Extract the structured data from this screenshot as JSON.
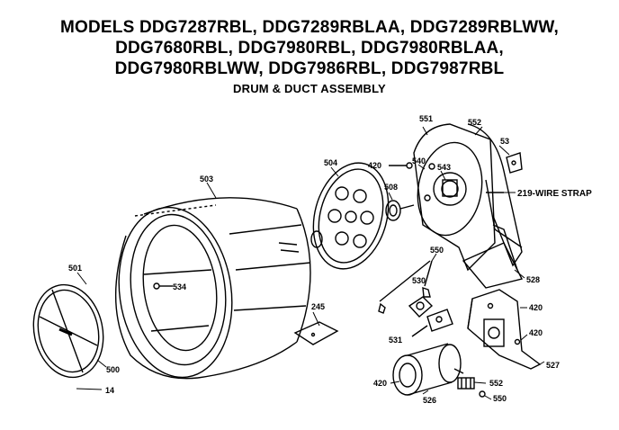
{
  "title_lines": [
    "MODELS DDG7287RBL, DDG7289RBLAA, DDG7289RBLWW,",
    "DDG7680RBL, DDG7980RBL, DDG7980RBLAA,",
    "DDG7980RBLWW, DDG7986RBL, DDG7987RBL"
  ],
  "subtitle": "DRUM & DUCT ASSEMBLY",
  "labels": {
    "l501": "501",
    "l500": "500",
    "l14": "14",
    "l504": "504",
    "l503": "503",
    "l534": "534",
    "l245": "245",
    "l508": "508",
    "l551": "551",
    "l552": "552",
    "l53": "53",
    "l420a": "420",
    "l540": "540",
    "l543": "543",
    "l219": "219-WIRE STRAP",
    "l528": "528",
    "l550a": "550",
    "l530": "530",
    "l531": "531",
    "l420b": "420",
    "l420c": "420",
    "l527": "527",
    "l420d": "420",
    "l526": "526",
    "l552b": "552",
    "l550b": "550"
  }
}
